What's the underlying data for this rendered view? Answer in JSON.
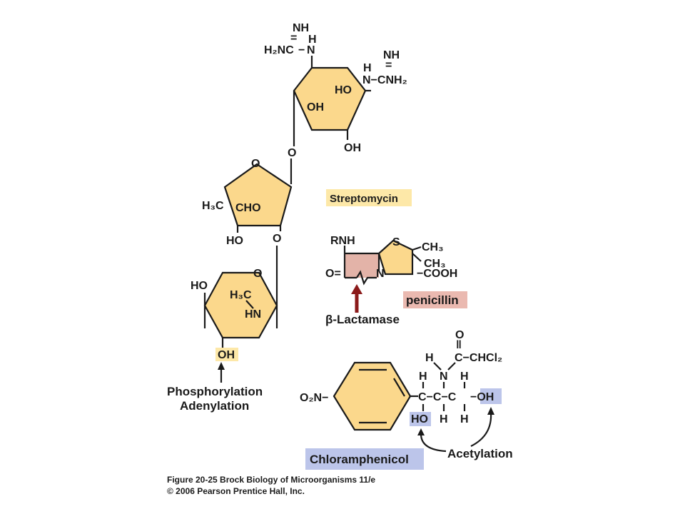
{
  "colors": {
    "ring_fill": "#fbd88c",
    "streptomycin_highlight": "#fde8a8",
    "penicillin_highlight": "#eab9b0",
    "beta_lactam_ring": "#e3b3a8",
    "chloramphenicol_highlight": "#bcc5ea",
    "lactamase_arrow": "#8b1a1a"
  },
  "streptomycin": {
    "name": "Streptomycin",
    "top_ring": {
      "guanidine_left": {
        "nh": "NH",
        "eq": "=",
        "h": "H",
        "h2nc": "H₂NC",
        "dash": "−",
        "n": "N"
      },
      "guanidine_right": {
        "nh": "NH",
        "eq": "=",
        "h": "H",
        "nc": "N−CNH₂"
      },
      "ho": "HO",
      "oh_inner": "OH",
      "oh_bottom": "OH"
    },
    "linker_o1": "O",
    "middle_ring": {
      "o": "O",
      "h3c": "H₃C",
      "cho": "CHO",
      "ho": "HO",
      "o_link": "O"
    },
    "bottom_ring": {
      "o": "O",
      "ho": "HO",
      "h3c": "H₃C",
      "hn": "HN",
      "oh": "OH"
    },
    "modification": [
      "Phosphorylation",
      "Adenylation"
    ]
  },
  "penicillin": {
    "name": "penicillin",
    "rnh": "RNH",
    "s": "S",
    "ch3_1": "CH₃",
    "ch3_2": "CH₃",
    "o": "O=",
    "n": "N",
    "cooh": "−COOH",
    "enzyme": "β-Lactamase"
  },
  "chloramphenicol": {
    "name": "Chloramphenicol",
    "o2n": "O₂N−",
    "carbonyl_o": "O",
    "carbonyl_eq": "‖",
    "chcl2": "C−CHCl₂",
    "h_n": "H",
    "n": "N",
    "c_chain": "C−C−C",
    "h1": "H",
    "h2": "H",
    "h3": "H",
    "h4": "H",
    "ho": "HO",
    "oh": "−OH",
    "modification": "Acetylation"
  },
  "figure_caption": {
    "line1": "Figure 20-25 Brock Biology of Microorganisms 11/e",
    "line2": "© 2006 Pearson Prentice Hall, Inc."
  }
}
